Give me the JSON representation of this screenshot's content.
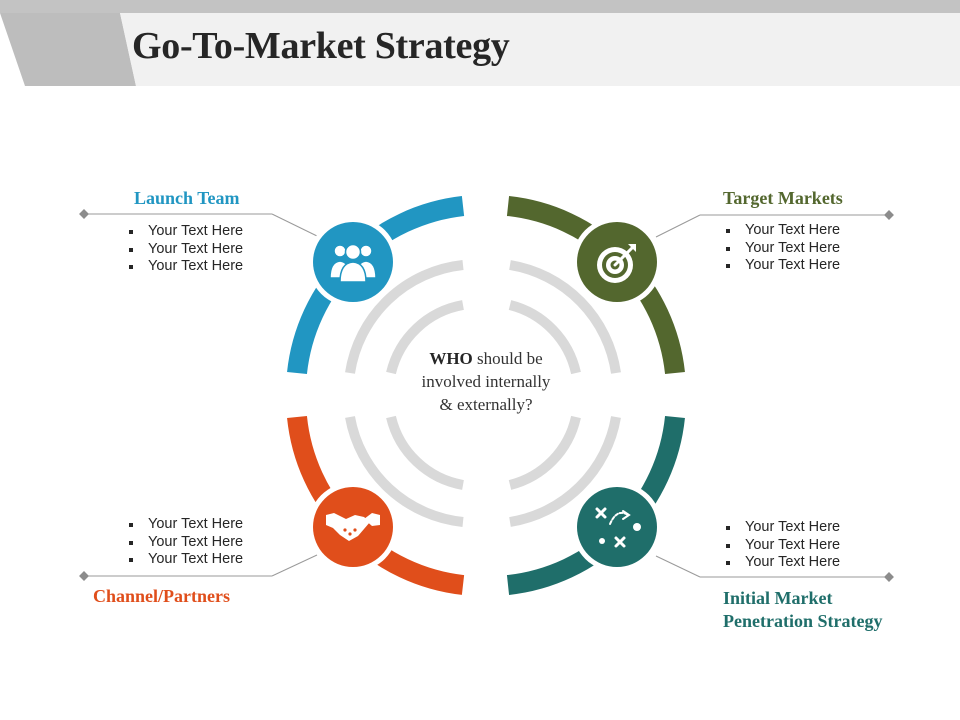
{
  "title": "Go-To-Market Strategy",
  "center": {
    "bold": "WHO",
    "rest": " should be involved internally & externally?"
  },
  "quadrants": {
    "launch_team": {
      "heading": "Launch Team",
      "color": "#2196C2",
      "icon": "team-icon",
      "bullets": [
        "Your Text Here",
        "Your Text Here",
        "Your Text Here"
      ]
    },
    "target_markets": {
      "heading": "Target Markets",
      "color": "#53672E",
      "icon": "target-icon",
      "bullets": [
        "Your Text Here",
        "Your Text Here",
        "Your Text Here"
      ]
    },
    "channel_partners": {
      "heading": "Channel/Partners",
      "color": "#E04E1B",
      "icon": "handshake-icon",
      "bullets": [
        "Your Text Here",
        "Your Text Here",
        "Your Text Here"
      ]
    },
    "market_penetration": {
      "heading_line1": "Initial Market",
      "heading_line2": "Penetration Strategy",
      "color": "#1F6E6A",
      "icon": "strategy-play-icon",
      "bullets": [
        "Your Text Here",
        "Your Text Here",
        "Your Text Here"
      ]
    }
  }
}
